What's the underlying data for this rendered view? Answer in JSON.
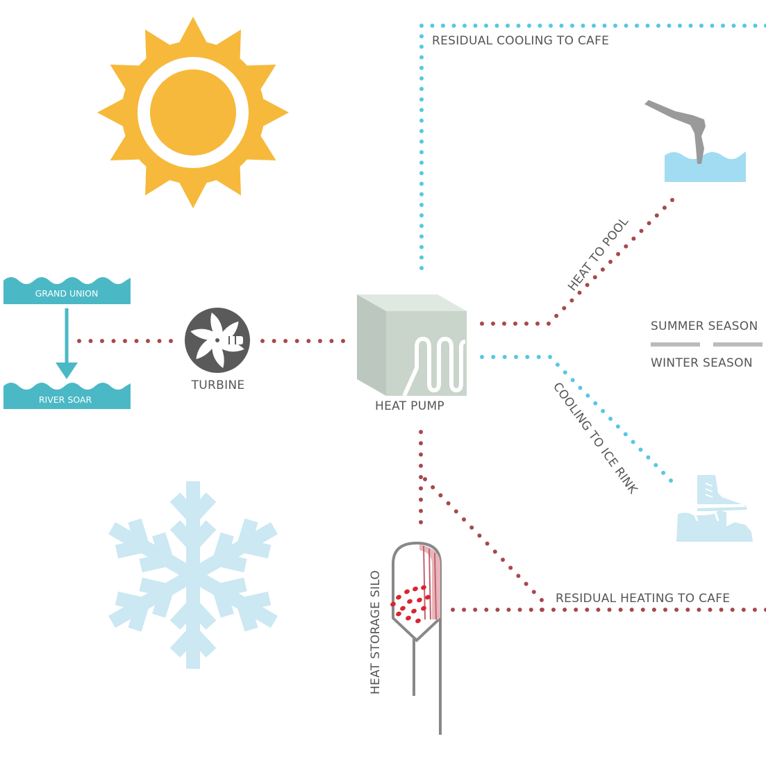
{
  "colors": {
    "heat": "#a8484b",
    "cool": "#56c8e2",
    "sun": "#f6b93b",
    "water": "#4bb8c6",
    "snow": "#cbe8f3",
    "pool": "#a2dcf2",
    "pump": "#c9d4cb",
    "gray": "#bbbbbb",
    "text": "#555555"
  },
  "labels": {
    "grand_union": "GRAND UNION",
    "river_soar": "RIVER SOAR",
    "turbine": "TURBINE",
    "heat_pump": "HEAT PUMP",
    "residual_cooling": "RESIDUAL COOLING TO CAFE",
    "heat_to_pool": "HEAT TO POOL",
    "cooling_to_ice": "COOLING TO ICE RINK",
    "residual_heating": "RESIDUAL HEATING TO CAFE",
    "heat_storage": "HEAT STORAGE SILO"
  },
  "legend": {
    "summer": "SUMMER SEASON",
    "winter": "WINTER SEASON"
  },
  "icons": {
    "sun": "sun-icon",
    "snowflake": "snowflake-icon",
    "turbine": "turbine-icon",
    "heat_pump": "heat-pump-icon",
    "diver": "diver-icon",
    "ice_skate": "ice-skate-icon",
    "silo": "silo-icon"
  }
}
